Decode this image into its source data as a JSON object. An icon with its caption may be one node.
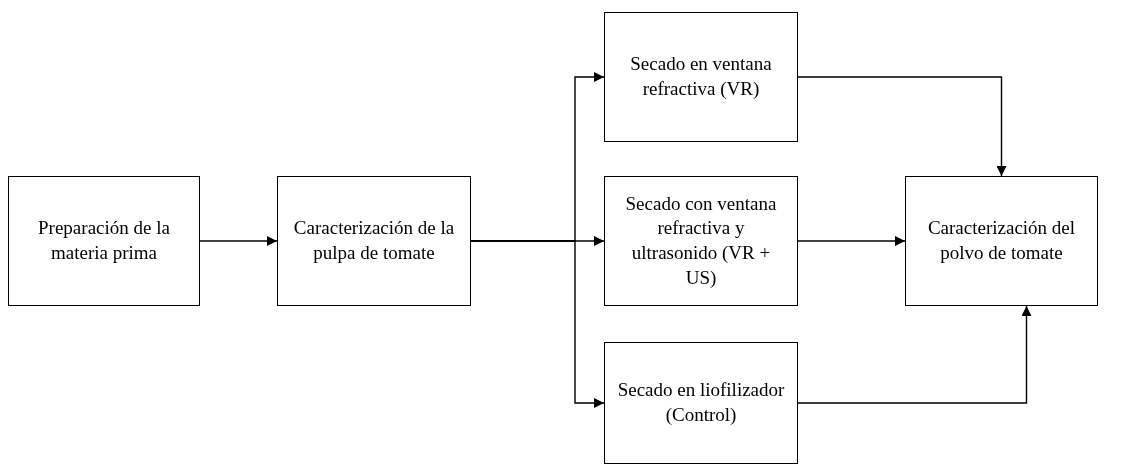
{
  "diagram": {
    "nodes": [
      {
        "text": [
          "Preparación de la materia prima"
        ]
      },
      {
        "text": [
          "Caracterización de la pulpa de tomate"
        ]
      },
      {
        "text": [
          "Secado en ventana refractiva (VR)"
        ]
      },
      {
        "text": [
          "Secado con ventana refractiva y ultrasonido (VR + US)"
        ]
      },
      {
        "text": [
          "Secado en liofilizador (Control)"
        ]
      },
      {
        "text": [
          "Caracterización del polvo de tomate"
        ]
      }
    ],
    "edges": [
      {
        "from": 0,
        "to": 1,
        "arrow": "to"
      },
      {
        "from": 1,
        "to": 2,
        "arrow": "to"
      },
      {
        "from": 1,
        "to": 3,
        "arrow": "to"
      },
      {
        "from": 1,
        "to": 4,
        "arrow": "to"
      },
      {
        "from": 2,
        "to": 5,
        "arrow": "to"
      },
      {
        "from": 3,
        "to": 5,
        "arrow": "to"
      },
      {
        "from": 4,
        "to": 5,
        "arrow": "to"
      }
    ]
  }
}
